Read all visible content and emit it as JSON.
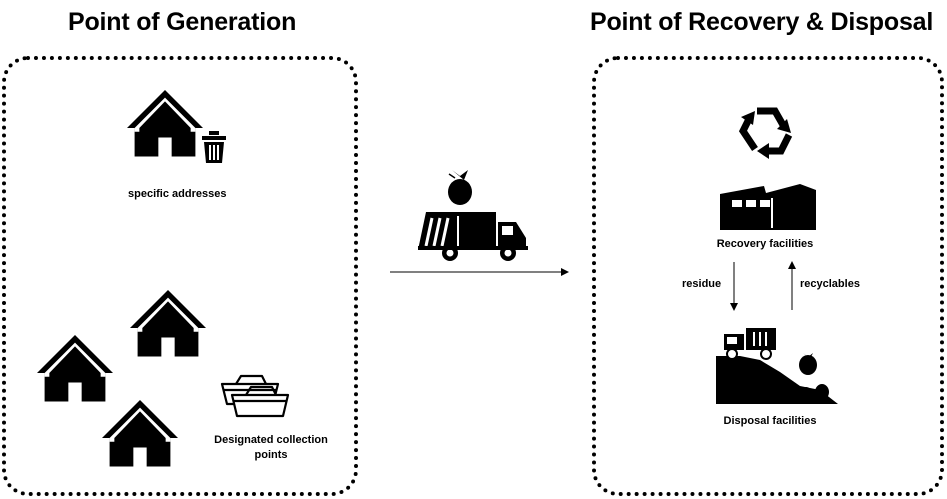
{
  "generation": {
    "title": "Point of Generation",
    "specific_addresses_label": "specific addresses",
    "collection_points_label_line1": "Designated collection",
    "collection_points_label_line2": "points"
  },
  "recovery": {
    "title": "Point of Recovery & Disposal",
    "recovery_facilities_label": "Recovery facilities",
    "disposal_facilities_label": "Disposal facilities",
    "residue_label": "residue",
    "recyclables_label": "recyclables"
  },
  "icons": [
    "house-icon",
    "trash-bin-icon",
    "skip-container-icon",
    "garbage-bag-icon",
    "garbage-truck-icon",
    "recycle-icon",
    "factory-icon",
    "landfill-icon",
    "arrow-icon"
  ]
}
